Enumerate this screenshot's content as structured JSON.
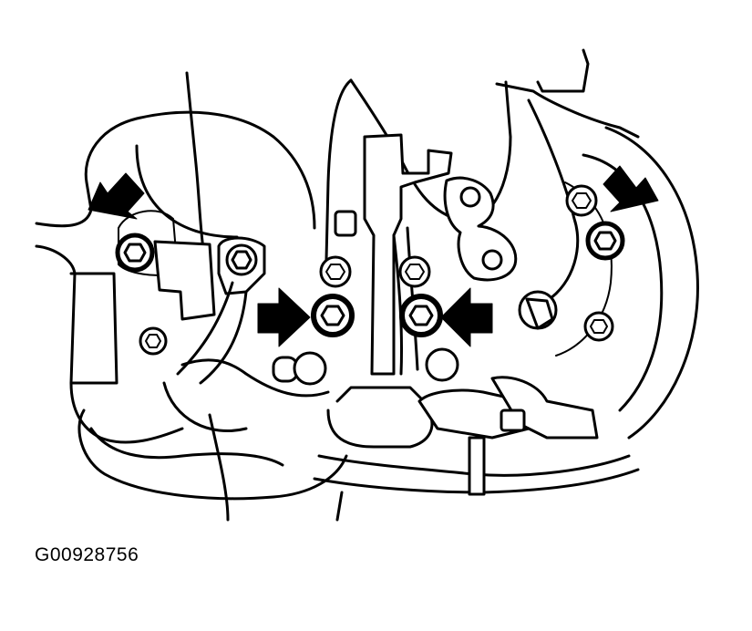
{
  "figure": {
    "id_label": "G00928756",
    "line_color": "#000000",
    "background": "#ffffff",
    "callout_arrows": [
      "arrow-upper-left",
      "arrow-mid-left",
      "arrow-mid-right",
      "arrow-upper-right"
    ],
    "highlighted_bolts": 4
  }
}
